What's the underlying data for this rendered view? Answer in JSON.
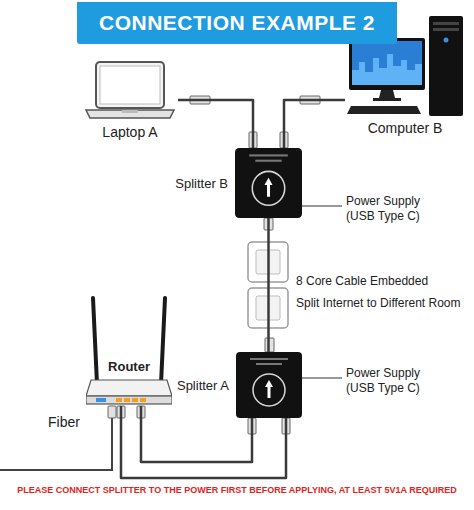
{
  "diagram": {
    "title": "CONNECTION EXAMPLE 2",
    "nodes": [
      {
        "text": [
          "Laptop A"
        ]
      },
      {
        "text": [
          "Computer B"
        ]
      },
      {
        "text": [
          "Splitter B"
        ]
      },
      {
        "text": [
          "Router"
        ]
      },
      {
        "text": [
          "Splitter A"
        ]
      }
    ],
    "edges": [
      {
        "from": 0,
        "to": 2,
        "arrow": "none"
      },
      {
        "from": 1,
        "to": 2,
        "arrow": "none"
      },
      {
        "from": 2,
        "to": 4,
        "arrow": "none"
      },
      {
        "from": 3,
        "to": 4,
        "arrow": "none"
      },
      {
        "from": 3,
        "to": 4,
        "arrow": "none"
      }
    ],
    "labels": [
      "Power Supply (USB Type C)",
      "8 Core Cable Embedded",
      "Split Internet to Different Room",
      "Power Supply (USB Type C)",
      "Fiber",
      "PLEASE CONNECT SPLITTER TO THE POWER FIRST BEFORE APPLYING, AT LEAST 5V1A REQUIRED"
    ]
  }
}
